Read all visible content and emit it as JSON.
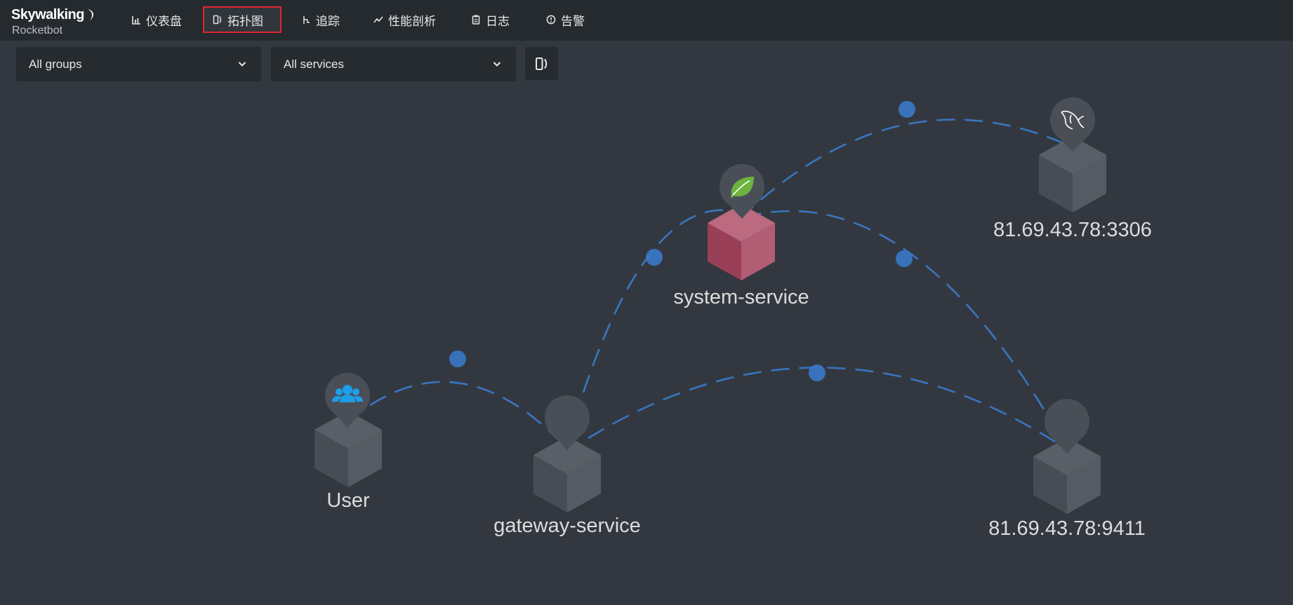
{
  "brand": {
    "title": "Skywalking",
    "subtitle": "Rocketbot"
  },
  "nav": {
    "items": [
      {
        "label": "仪表盘",
        "icon": "dashboard-chart-icon"
      },
      {
        "label": "拓扑图",
        "icon": "topology-icon",
        "active": true
      },
      {
        "label": "追踪",
        "icon": "trace-icon"
      },
      {
        "label": "性能剖析",
        "icon": "profile-trend-icon"
      },
      {
        "label": "日志",
        "icon": "log-clipboard-icon"
      },
      {
        "label": "告警",
        "icon": "alarm-icon"
      }
    ]
  },
  "filters": {
    "group": {
      "value": "All groups"
    },
    "service": {
      "value": "All services"
    },
    "topology_toggle_icon": "topology-icon"
  },
  "topology": {
    "colors": {
      "background": "#333840",
      "edge": "#3a79c8",
      "node_default": "#50555d",
      "node_highlight": "#b05a72",
      "label": "#dcdcdc"
    },
    "nodes": [
      {
        "id": "user",
        "label": "User",
        "icon": "users-icon",
        "highlight": false
      },
      {
        "id": "gateway",
        "label": "gateway-service",
        "icon": "none",
        "highlight": false
      },
      {
        "id": "system",
        "label": "system-service",
        "icon": "spring-leaf-icon",
        "highlight": true
      },
      {
        "id": "mysql",
        "label": "81.69.43.78:3306",
        "icon": "mysql-dolphin-icon",
        "highlight": false
      },
      {
        "id": "zipkin",
        "label": "81.69.43.78:9411",
        "icon": "none",
        "highlight": false
      }
    ],
    "edges": [
      {
        "from": "user",
        "to": "gateway"
      },
      {
        "from": "gateway",
        "to": "system"
      },
      {
        "from": "gateway",
        "to": "zipkin"
      },
      {
        "from": "system",
        "to": "mysql"
      },
      {
        "from": "system",
        "to": "zipkin"
      }
    ]
  }
}
